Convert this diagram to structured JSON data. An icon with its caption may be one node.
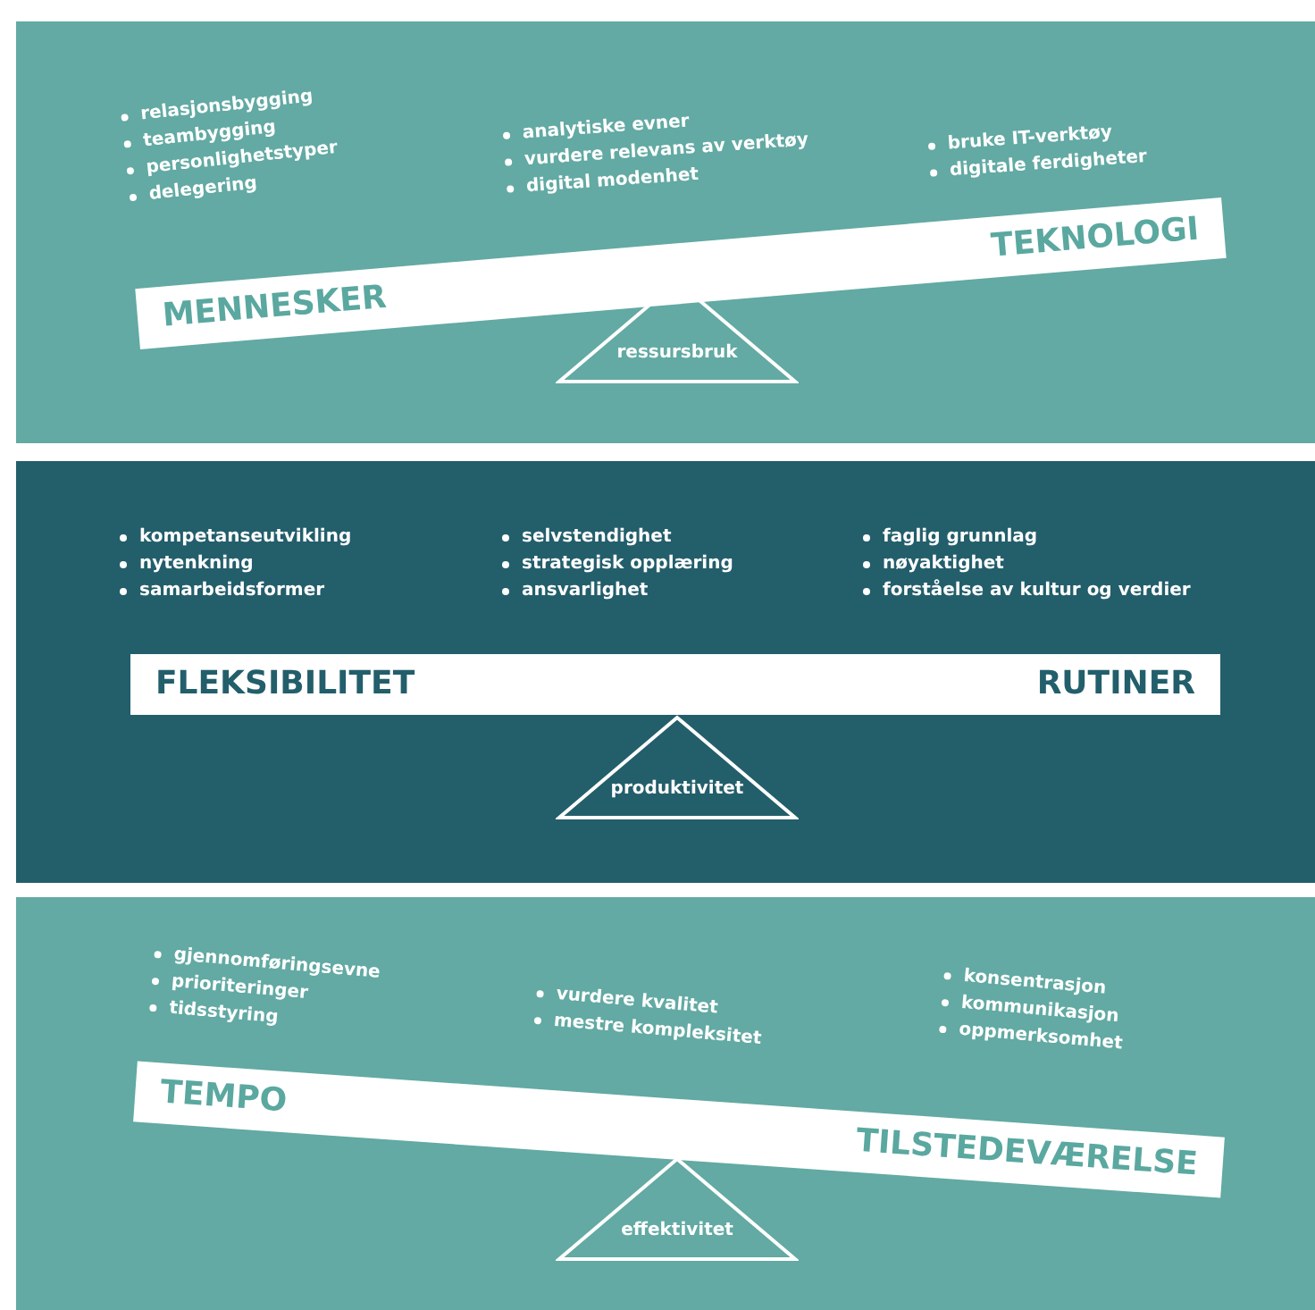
{
  "diagram": {
    "nodes": [
      {
        "text": [
          "relasjonsbygging",
          "teambygging",
          "personlighetstyper",
          "delegering",
          "analytiske evner",
          "vurdere relevans av verktøy",
          "digital modenhet",
          "bruke IT-verktøy",
          "digitale ferdigheter"
        ]
      },
      {
        "text": [
          "MENNESKER",
          "TEKNOLOGI"
        ],
        "in": 0
      },
      {
        "text": [
          "ressursbruk"
        ],
        "in": 0
      },
      {
        "text": [
          "kompetanseutvikling",
          "nytenkning",
          "samarbeidsformer",
          "selvstendighet",
          "strategisk opplæring",
          "ansvarlighet",
          "faglig grunnlag",
          "nøyaktighet",
          "forståelse av kultur og verdier"
        ]
      },
      {
        "text": [
          "FLEKSIBILITET",
          "RUTINER"
        ],
        "in": 3
      },
      {
        "text": [
          "produktivitet"
        ],
        "in": 3
      },
      {
        "text": [
          "gjennomføringsevne",
          "prioriteringer",
          "tidsstyring",
          "vurdere kvalitet",
          "mestre kompleksitet",
          "konsentrasjon",
          "kommunikasjon",
          "oppmerksomhet"
        ]
      },
      {
        "text": [
          "TEMPO",
          "TILSTEDEVÆRELSE"
        ],
        "in": 6
      },
      {
        "text": [
          "effektivitet"
        ],
        "in": 6
      }
    ]
  }
}
